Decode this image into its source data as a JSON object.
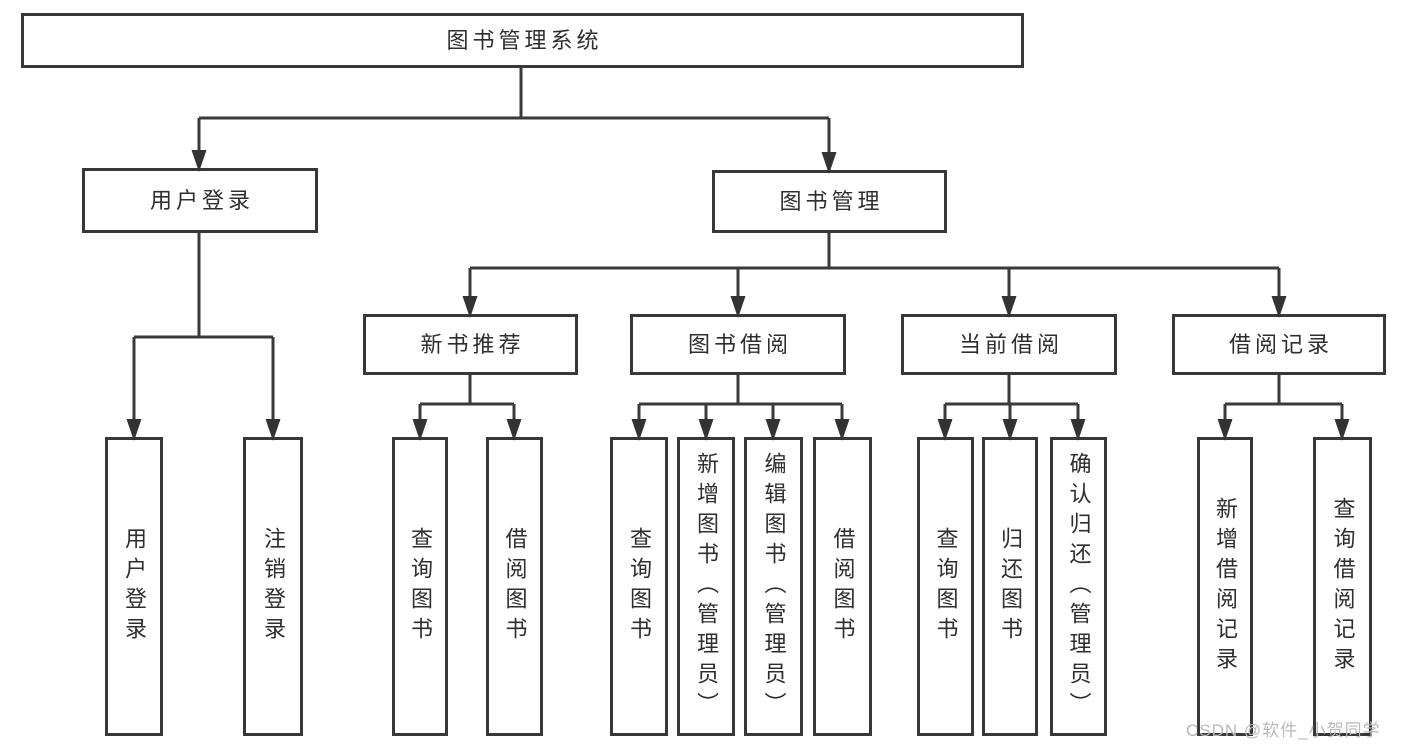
{
  "diagram": {
    "root": {
      "label": "图书管理系统"
    },
    "level2": [
      {
        "label": "用户登录"
      },
      {
        "label": "图书管理"
      }
    ],
    "level3": [
      {
        "label": "新书推荐"
      },
      {
        "label": "图书借阅"
      },
      {
        "label": "当前借阅"
      },
      {
        "label": "借阅记录"
      }
    ],
    "leaves": {
      "user_login": [
        {
          "label": "用户登录"
        },
        {
          "label": "注销登录"
        }
      ],
      "new_book": [
        {
          "label": "查询图书"
        },
        {
          "label": "借阅图书"
        }
      ],
      "book_borrow": [
        {
          "label": "查询图书"
        },
        {
          "label": "新增图书（管理员）"
        },
        {
          "label": "编辑图书（管理员）"
        },
        {
          "label": "借阅图书"
        }
      ],
      "current_borrow": [
        {
          "label": "查询图书"
        },
        {
          "label": "归还图书"
        },
        {
          "label": "确认归还（管理员）"
        }
      ],
      "borrow_records": [
        {
          "label": "新增借阅记录"
        },
        {
          "label": "查询借阅记录"
        }
      ]
    }
  },
  "watermark": {
    "text": "CSDN @软件_小贺同学"
  },
  "colors": {
    "line": "#3a3a3a",
    "border": "#383838",
    "text": "#2e2e2e",
    "watermark": "#b9b9b9",
    "background": "#ffffff"
  }
}
